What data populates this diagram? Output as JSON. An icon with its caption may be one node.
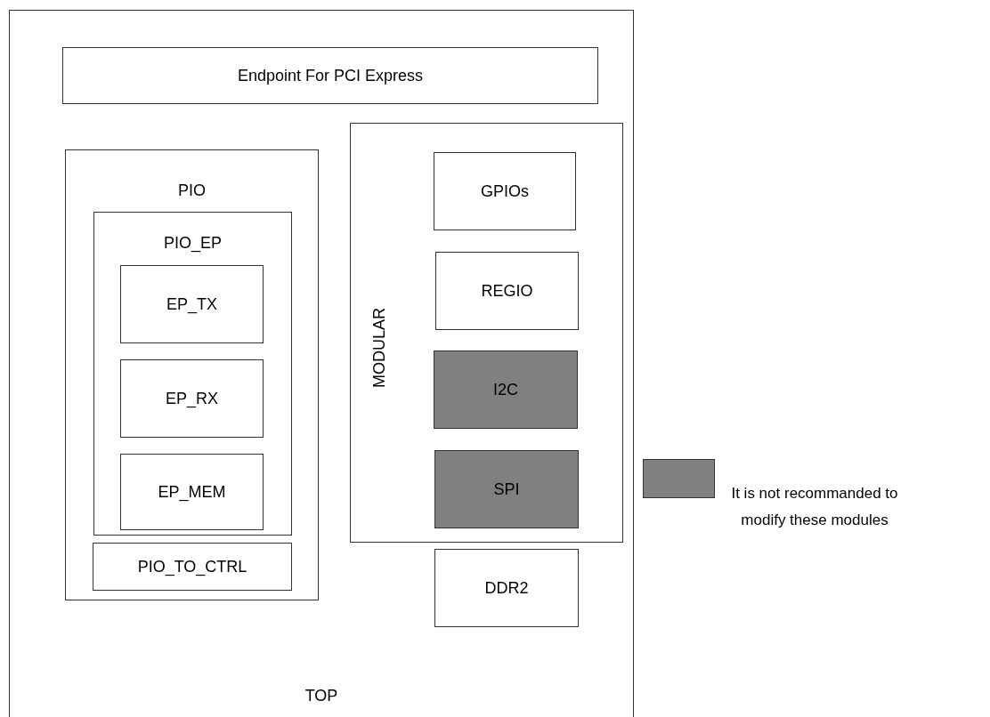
{
  "diagram": {
    "nodes": [
      {
        "text": [
          "TOP"
        ]
      },
      {
        "text": [
          "Endpoint For PCI Express"
        ],
        "in": 0
      },
      {
        "text": [
          "PIO"
        ],
        "in": 0
      },
      {
        "text": [
          "PIO_EP"
        ],
        "in": 2
      },
      {
        "text": [
          "EP_TX"
        ],
        "in": 3
      },
      {
        "text": [
          "EP_RX"
        ],
        "in": 3
      },
      {
        "text": [
          "EP_MEM"
        ],
        "in": 3
      },
      {
        "text": [
          "PIO_TO_CTRL"
        ],
        "in": 2
      },
      {
        "text": [
          "MODULAR"
        ],
        "in": 0
      },
      {
        "text": [
          "GPIOs"
        ],
        "in": 8
      },
      {
        "text": [
          "REGIO"
        ],
        "in": 8
      },
      {
        "text": [
          "I2C"
        ],
        "in": 8
      },
      {
        "text": [
          "SPI"
        ],
        "in": 8
      },
      {
        "text": [
          "DDR2"
        ],
        "in": 0
      }
    ],
    "edges": [],
    "legend": [
      {
        "text": "It is not recommanded to modify these modules",
        "color": "#808080"
      }
    ]
  }
}
